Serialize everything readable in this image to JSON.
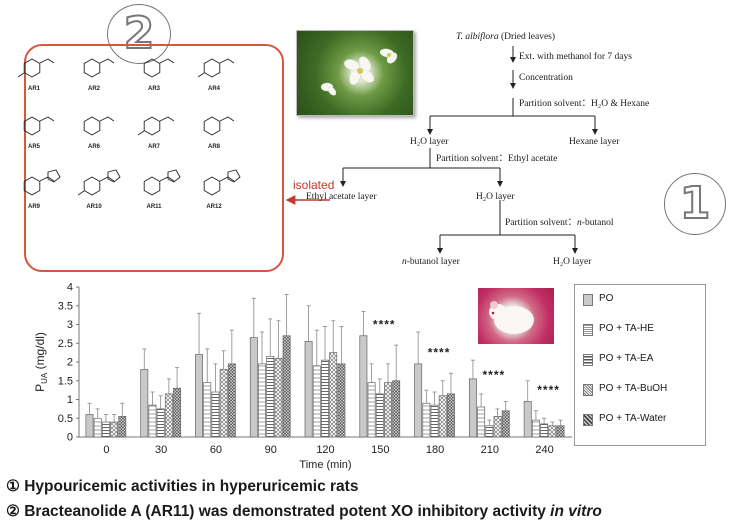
{
  "badges": {
    "one": "1",
    "two": "2"
  },
  "compounds": [
    {
      "id": "AR1"
    },
    {
      "id": "AR2"
    },
    {
      "id": "AR3"
    },
    {
      "id": "AR4"
    },
    {
      "id": "AR5"
    },
    {
      "id": "AR6"
    },
    {
      "id": "AR7"
    },
    {
      "id": "AR8"
    },
    {
      "id": "AR9"
    },
    {
      "id": "AR10"
    },
    {
      "id": "AR11"
    },
    {
      "id": "AR12"
    }
  ],
  "isolated_label": "isolated",
  "flowchart": {
    "source_species": "T. albiflora",
    "source_rest": " (Dried leaves)",
    "step_extract": "Ext. with methanol for 7 days",
    "step_concentration": "Concentration",
    "step_partition1": "Partition solvent：H₂O & Hexane",
    "h2o_layer_1": "H₂O layer",
    "hexane_layer": "Hexane layer",
    "step_partition2": "Partition solvent：Ethyl acetate",
    "ethyl_acetate_layer": "Ethyl acetate layer",
    "h2o_layer_2": "H₂O layer",
    "step_partition3_prefix": "Partition solvent：",
    "step_partition3_solvent": "n",
    "step_partition3_rest": "-butanol",
    "butanol_layer_n": "n",
    "butanol_layer_rest": "-butanol layer",
    "h2o_layer_3": "H₂O layer"
  },
  "chart_data": {
    "type": "bar",
    "ylabel": "P_UA (mg/dl)",
    "xlabel": "Time (min)",
    "ylim": [
      0,
      4
    ],
    "yticks": [
      "0",
      "0.5",
      "1",
      "1.5",
      "2",
      "2.5",
      "3",
      "3.5",
      "4"
    ],
    "categories": [
      "0",
      "30",
      "60",
      "90",
      "120",
      "150",
      "180",
      "210",
      "240"
    ],
    "series": [
      {
        "name": "PO",
        "values": [
          0.6,
          1.8,
          2.2,
          2.65,
          2.55,
          2.7,
          1.95,
          1.55,
          0.95
        ],
        "errors": [
          0.3,
          0.55,
          1.1,
          1.05,
          0.95,
          0.65,
          0.85,
          0.5,
          0.55
        ]
      },
      {
        "name": "PO + TA-HE",
        "values": [
          0.5,
          0.85,
          1.45,
          1.95,
          1.9,
          1.45,
          0.9,
          0.8,
          0.45
        ],
        "errors": [
          0.25,
          0.35,
          0.9,
          0.85,
          0.95,
          0.5,
          0.35,
          0.35,
          0.25
        ]
      },
      {
        "name": "PO + TA-EA",
        "values": [
          0.4,
          0.75,
          1.2,
          2.15,
          2.05,
          1.15,
          0.85,
          0.3,
          0.35
        ],
        "errors": [
          0.2,
          0.35,
          0.75,
          1.0,
          0.9,
          0.4,
          0.35,
          0.15,
          0.15
        ]
      },
      {
        "name": "PO + TA-BuOH",
        "values": [
          0.4,
          1.15,
          1.8,
          2.1,
          2.25,
          1.45,
          1.1,
          0.55,
          0.3
        ],
        "errors": [
          0.2,
          0.4,
          0.5,
          1.0,
          0.85,
          0.5,
          0.4,
          0.2,
          0.1
        ]
      },
      {
        "name": "PO + TA-Water",
        "values": [
          0.55,
          1.3,
          1.95,
          2.7,
          1.95,
          1.5,
          1.15,
          0.7,
          0.3
        ],
        "errors": [
          0.35,
          0.55,
          0.9,
          1.1,
          1.0,
          0.95,
          0.55,
          0.25,
          0.15
        ]
      }
    ],
    "annotations": [
      "****",
      "****",
      "****",
      "****"
    ],
    "annotation_categories": [
      "150",
      "180",
      "210",
      "240"
    ],
    "legend_position": "right"
  },
  "captions": {
    "line1_marker": "①",
    "line1_text": " Hypouricemic activities in hyperuricemic rats",
    "line2_marker": "②",
    "line2_text": " Bracteanolide A (AR11) was demonstrated potent XO inhibitory activity ",
    "line2_italic": "in vitro"
  }
}
